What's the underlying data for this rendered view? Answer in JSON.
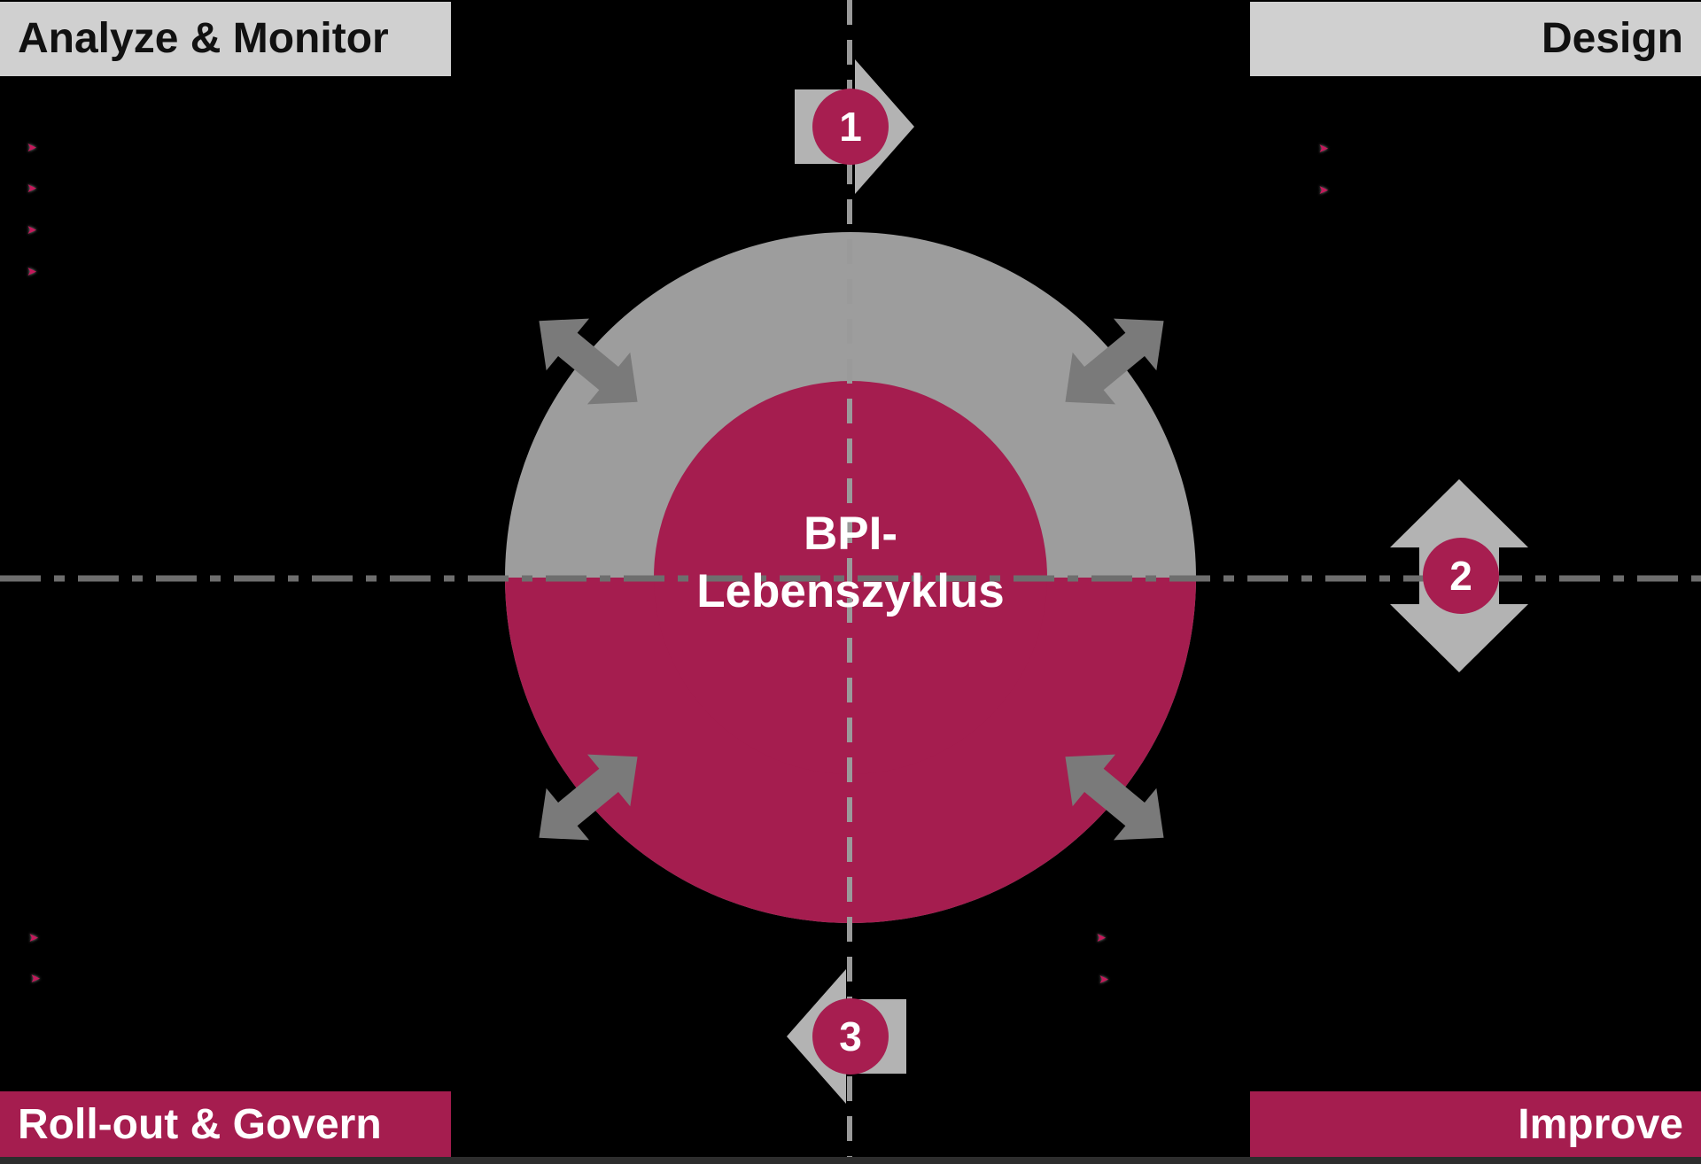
{
  "diagram": {
    "center_title_line1": "BPI-",
    "center_title_line2": "Lebenszyklus"
  },
  "quadrants": {
    "top_left_label": "Analyze & Monitor",
    "top_right_label": "Design",
    "bottom_left_label": "Roll-out & Govern",
    "bottom_right_label": "Improve"
  },
  "steps": [
    {
      "number": "1"
    },
    {
      "number": "2"
    },
    {
      "number": "3"
    }
  ],
  "bullets": {
    "top_left_count": 4,
    "top_right_count": 2,
    "bottom_left_count": 2,
    "bottom_right_count": 2
  },
  "icons": {
    "bullet": "➤",
    "step_1_decoration": "right-flow-arrow-icon",
    "step_2_decoration": "vertical-double-arrow-icon",
    "step_3_decoration": "left-flow-arrow-icon",
    "ring_decoration": "diagonal-double-arrow-icon"
  },
  "colors": {
    "crimson": "#A51D4F",
    "label_bar_gray": "#D0D0D0",
    "ring_gray": "#9D9D9D",
    "decoration_gray": "#B3B3B3",
    "diagonal_arrow_gray": "#7A7A7A",
    "dash_line_gray": "#6E6E6E",
    "background": "#000000"
  }
}
